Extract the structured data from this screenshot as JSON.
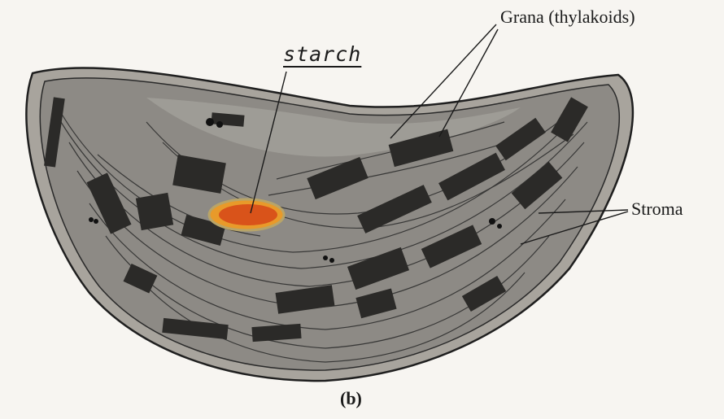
{
  "figure": {
    "panel_label": "(b)",
    "labels": {
      "starch": "starch",
      "grana": "Grana (thylakoids)",
      "stroma": "Stroma"
    },
    "colors": {
      "background": "#f7f5f1",
      "envelope_fill": "#9a9690",
      "stroma_fill": "#8a8782",
      "granum_fill": "#2b2a28",
      "starch_core": "#d9531a",
      "starch_rim": "#e89a2a",
      "line": "#1f1f1f"
    }
  }
}
